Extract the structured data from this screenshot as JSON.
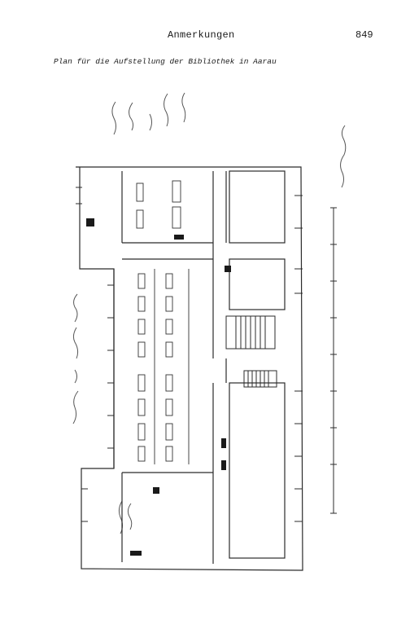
{
  "header": {
    "running_title": "Anmerkungen",
    "page_number": "849"
  },
  "caption": "Plan für die Aufstellung der Bibliothek in Aarau",
  "plan": {
    "handwriting_vertical_title": "2. Stock im Mittelspital",
    "icons": [
      "floor-plan-drawing",
      "scale-bar",
      "staircase"
    ]
  }
}
